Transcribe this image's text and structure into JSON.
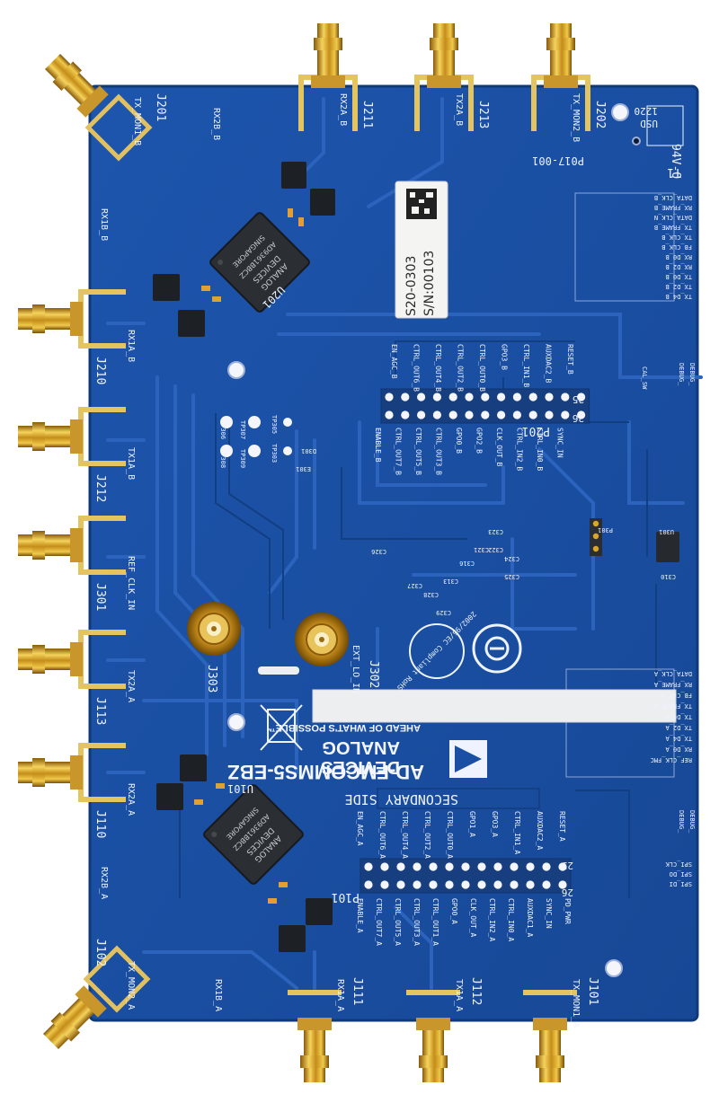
{
  "board": {
    "product_name": "AD-FMCOMMS5-EBZ",
    "secondary_side": "SECONDARY SIDE",
    "brand_line1": "ANALOG",
    "brand_line2": "DEVICES",
    "tagline": "AHEAD OF WHAT'S POSSIBLE™",
    "part_number": "P017-001",
    "rating_94v0": "94V-O",
    "rating_usd": "USD",
    "rating_date": "1220",
    "t1": "T1"
  },
  "label_sticker": {
    "line1": "S20-0303",
    "line2": "S/N:00103"
  },
  "compliance": {
    "rohs": "2002/95/EC Compliant RoHS"
  },
  "connectors": {
    "top": [
      {
        "ref": "J211",
        "signal": "RX2A_B"
      },
      {
        "ref": "J213",
        "signal": "TX2A_B"
      },
      {
        "ref": "J202",
        "signal": "TX_MON2_B"
      }
    ],
    "corner_top": {
      "ref": "J201",
      "signal": "TX_MON1_B"
    },
    "left": [
      {
        "ref": "J210",
        "signal": "RX1A_B"
      },
      {
        "ref": "J212",
        "signal": "TX1A_B"
      },
      {
        "ref": "J301",
        "signal": "REF_CLK_IN"
      },
      {
        "ref": "J113",
        "signal": "TX2A_A"
      },
      {
        "ref": "J110",
        "signal": "RX2A_A"
      }
    ],
    "corner_bottom": {
      "ref": "J102",
      "signal": "TX_MON2_A"
    },
    "bottom": [
      {
        "ref": "J111",
        "signal": "RX1A_A"
      },
      {
        "ref": "J112",
        "signal": "TX1A_A"
      },
      {
        "ref": "J101",
        "signal": "TX_MON1_A"
      }
    ],
    "center": [
      {
        "ref": "J303",
        "signal": ""
      },
      {
        "ref": "J302",
        "signal": "EXT_LO_IN"
      }
    ]
  },
  "side_labels": {
    "rx2b_b": "RX2B_B",
    "rx1b_b": "RX1B_B",
    "rx2b_a": "RX2B_A",
    "rx1b_a": "RX1B_A"
  },
  "ics": {
    "u201": {
      "ref": "U201",
      "lines": [
        "ANALOG",
        "DEVICES",
        "AD9361BBCZ",
        "SINGAPORE"
      ]
    },
    "u101": {
      "ref": "U101",
      "lines": [
        "ANALOG",
        "DEVICES",
        "AD9361BBCZ",
        "SINGAPORE"
      ]
    }
  },
  "headers": {
    "p201": {
      "ref": "P201",
      "pin_a": "25",
      "pin_b": "26"
    },
    "p101": {
      "ref": "P101",
      "pin_a": "25",
      "pin_b": "26"
    }
  },
  "p201_labels_top": [
    "EN_AGC_B",
    "CTRL_OUT6_B",
    "CTRL_OUT4_B",
    "CTRL_OUT2_B",
    "CTRL_OUT0_B",
    "GPO3_B",
    "CTRL_IN1_B",
    "AUXDAC2_B",
    "RESET_B"
  ],
  "p201_labels_bottom": [
    "ENABLE_B",
    "CTRL_OUT7_B",
    "CTRL_OUT5_B",
    "CTRL_OUT3_B",
    "GPO0_B",
    "GPO2_B",
    "CLK_OUT_B",
    "CTRL_IN2_B",
    "CTRL_IN0_B",
    "SYNC_IN"
  ],
  "p101_labels_top": [
    "EN_AGC_A",
    "CTRL_OUT6_A",
    "CTRL_OUT4_A",
    "CTRL_OUT2_A",
    "CTRL_OUT0_A",
    "GPO1_A",
    "GPO3_A",
    "CTRL_IN1_A",
    "AUXDAC2_A",
    "RESET_A"
  ],
  "p101_labels_bottom": [
    "ENABLE_A",
    "CTRL_OUT7_A",
    "CTRL_OUT5_A",
    "CTRL_OUT3_A",
    "CTRL_OUT1_A",
    "GPO0_A",
    "CLK_OUT_A",
    "CTRL_IN2_A",
    "CTRL_IN0_A",
    "AUXDAC1_A",
    "SYNC_IN",
    "PD_PWR"
  ],
  "right_labels": {
    "top": [
      "DATA_CLK_B",
      "RX_FRAME_B",
      "DATA_CLK_N",
      "TX_FRAME_B",
      "TX_CLK_B",
      "FB_CLK_B",
      "RX_D0_B",
      "RX_D2_B",
      "TX_D0_B",
      "TX_D2_B",
      "TX_D4_B"
    ],
    "bottom": [
      "DATA_CLK_A",
      "RX_FRAME_A",
      "FB_CLK_A",
      "TX_FRAME_A",
      "TX_D0_A",
      "TX_D2_A",
      "TX_D4_A",
      "RX_D0_A",
      "REF_CLK_FMC"
    ],
    "debug_top": [
      "DEBUG_",
      "DEBUG_"
    ],
    "debug_bottom": [
      "DEBUG_",
      "DEBUG_"
    ],
    "spi_labels": [
      "SPI_CLK",
      "SPI_DO",
      "SPI_DI"
    ],
    "cal": [
      "CAL_SW"
    ]
  },
  "test_points": [
    "TP306",
    "TP307",
    "TP308",
    "TP309",
    "TP305",
    "TP303"
  ],
  "misc_refs": [
    "U301",
    "P301",
    "C310",
    "D301",
    "E301",
    "C313",
    "C316",
    "C321",
    "C322",
    "C323",
    "C324",
    "C325",
    "C326",
    "C327",
    "C328",
    "C329"
  ],
  "colors": {
    "pcb": "#1a4fa3",
    "pcb_dark": "#143f86",
    "trace": "#2a60b8",
    "gold": "#d9a62b",
    "silk": "#eef3ff"
  }
}
